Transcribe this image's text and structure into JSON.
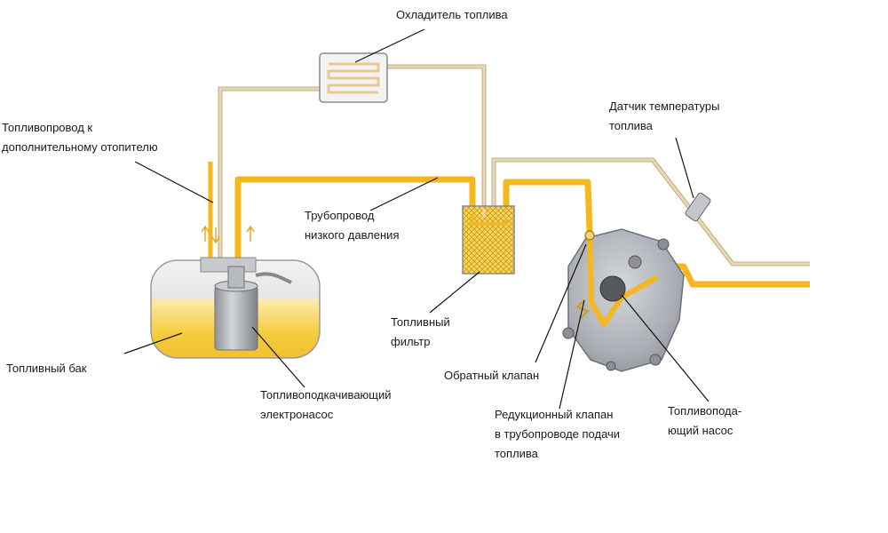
{
  "labels": {
    "cooler": "Охладитель топлива",
    "heater_line_1": "Топливопровод к",
    "heater_line_2": "дополнительному отопителю",
    "temp_sensor_1": "Датчик температуры",
    "temp_sensor_2": "топлива",
    "low_pressure_1": "Трубопровод",
    "low_pressure_2": "низкого давления",
    "fuel_filter_1": "Топливный",
    "fuel_filter_2": "фильтр",
    "fuel_tank": "Топливный бак",
    "electric_pump_1": "Топливоподкачивающий",
    "electric_pump_2": "электронасос",
    "check_valve": "Обратный клапан",
    "reduction_valve_1": "Редукционный клапан",
    "reduction_valve_2": "в трубопроводе подачи",
    "reduction_valve_3": "топлива",
    "supply_pump_1": "Топливопода-",
    "supply_pump_2": "ющий насос"
  },
  "colors": {
    "fuel_line": "#f4b71e",
    "return_line": "#e9d8b4",
    "fuel_fill": "#f7d55a",
    "tank_body": "#eeeeee",
    "pump_metal": "#b8bcc2",
    "leader": "#111111"
  }
}
